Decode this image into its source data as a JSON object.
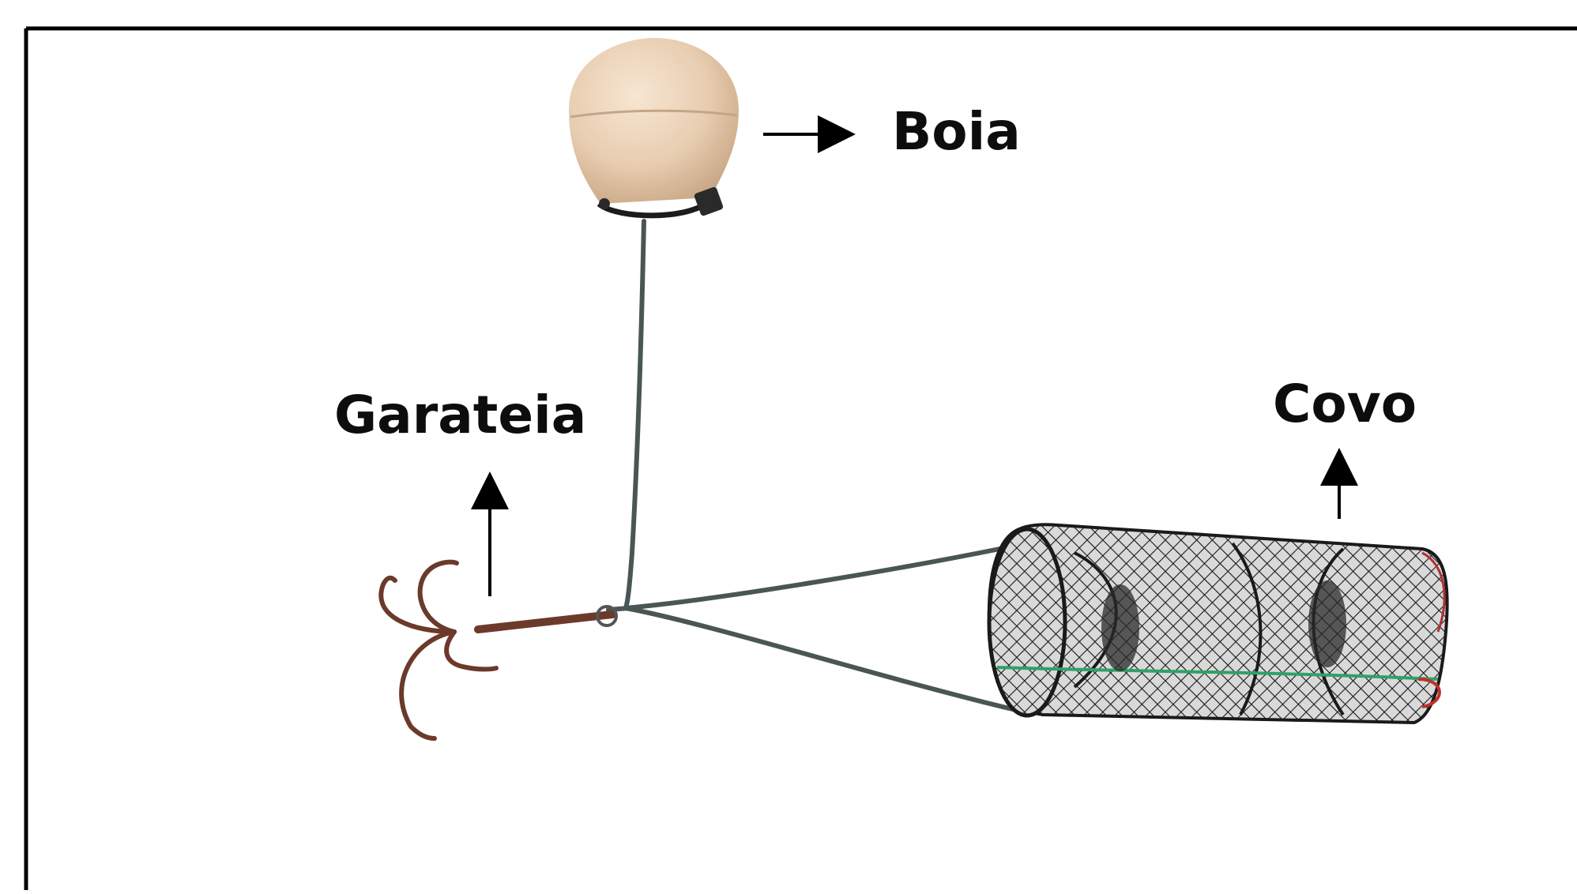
{
  "labels": {
    "boia": "Boia",
    "garateia": "Garateia",
    "covo": "Covo"
  },
  "colors": {
    "frame": "#000000",
    "buoy": "#e8cdb0",
    "rope": "#4a5656",
    "anchor": "#6b3a2a",
    "net": "#1a1a1a",
    "net_highlight": "#2fa06a",
    "arrow": "#000000"
  }
}
